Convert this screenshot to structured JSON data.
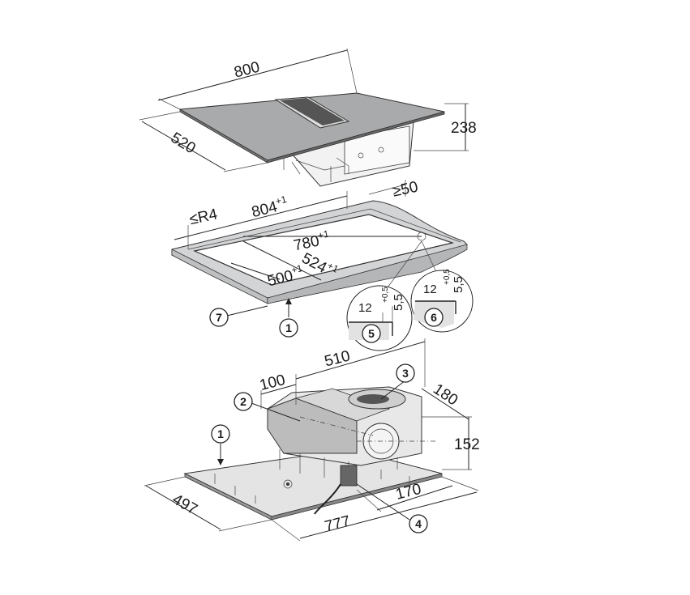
{
  "top_hob": {
    "width": "800",
    "depth": "520",
    "height": "238"
  },
  "cutout": {
    "radius": "≤R4",
    "outer_width": "804",
    "outer_width_tol": "+1",
    "spacing": "≥50",
    "inner_width": "780",
    "inner_width_tol": "+1",
    "depth_inner": "500",
    "depth_inner_tol": "+1",
    "depth_outer": "524",
    "depth_outer_tol": "+1"
  },
  "detail_5": {
    "step_width": "12",
    "step_depth": "5,5",
    "step_depth_tol": "+0,5"
  },
  "detail_6": {
    "step_width": "12",
    "step_depth": "5,5",
    "step_depth_tol": "+0,5"
  },
  "bottom_unit": {
    "fan_width": "510",
    "offset": "100",
    "fan_depth": "180",
    "fan_height": "152",
    "hob_depth": "497",
    "hob_width": "777",
    "cable_offset": "170"
  },
  "callouts": [
    "1",
    "2",
    "3",
    "4",
    "5",
    "6",
    "7"
  ]
}
